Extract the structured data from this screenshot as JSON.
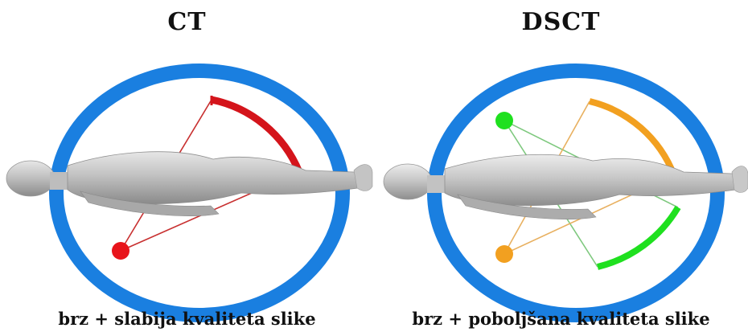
{
  "panels": [
    {
      "title": "CT",
      "caption": "brz + slabija kvaliteta slike",
      "sources": [
        {
          "name": "x-ray-source",
          "color": "#e8141b"
        }
      ],
      "detectors": [
        {
          "name": "detector-arc",
          "color": "#d4141b"
        }
      ]
    },
    {
      "title": "DSCT",
      "caption": "brz + poboljšana kvaliteta slike",
      "sources": [
        {
          "name": "x-ray-source-a",
          "color": "#1fe01f"
        },
        {
          "name": "x-ray-source-b",
          "color": "#f2a020"
        }
      ],
      "detectors": [
        {
          "name": "detector-arc-a",
          "color": "#f2a020"
        },
        {
          "name": "detector-arc-b",
          "color": "#1fe01f"
        }
      ]
    }
  ],
  "colors": {
    "gantry_ring": "#1a7fe0",
    "body": "#b8b8b8"
  }
}
